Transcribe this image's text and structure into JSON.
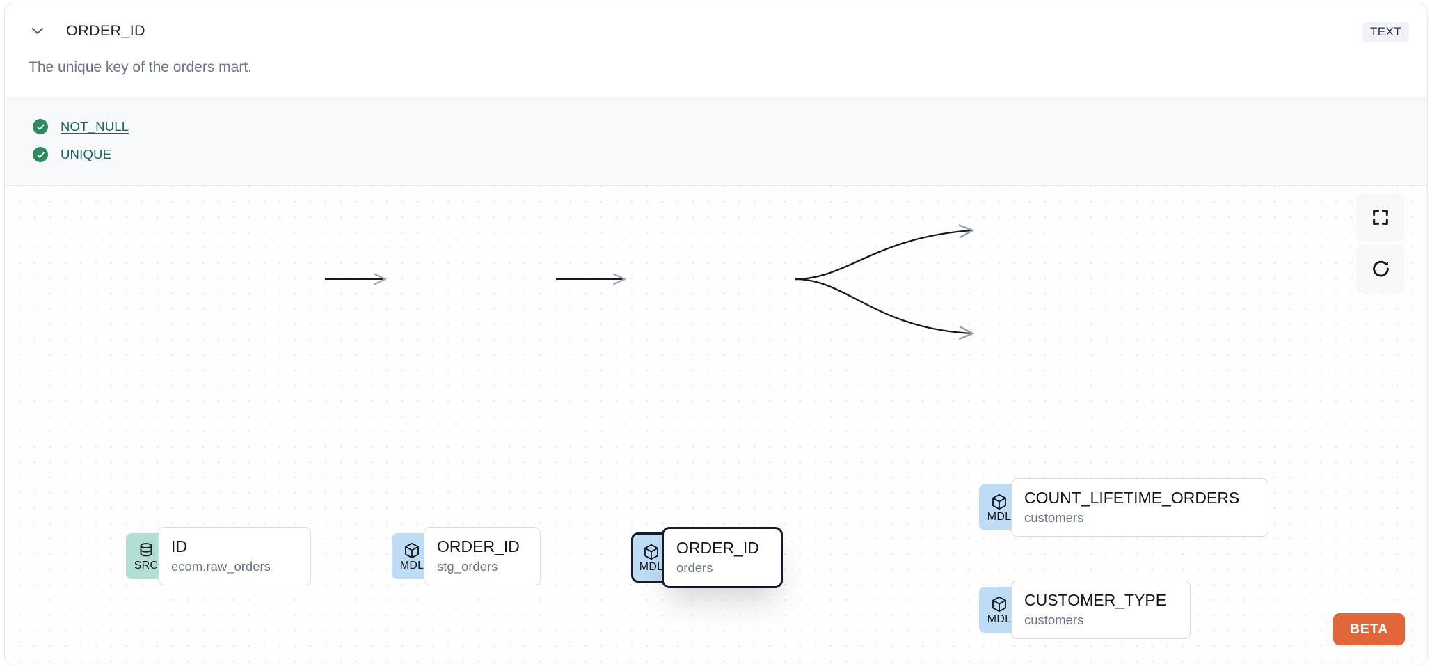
{
  "header": {
    "collapse_icon": "chevron-down-icon",
    "title": "ORDER_ID",
    "type_badge": "TEXT"
  },
  "description": "The unique key of the orders mart.",
  "tests": [
    {
      "icon": "check-circle-icon",
      "label": "NOT_NULL",
      "status": "passed"
    },
    {
      "icon": "check-circle-icon",
      "label": "UNIQUE",
      "status": "passed"
    }
  ],
  "lineage": {
    "nodes": [
      {
        "id": "src",
        "badge": "SRC",
        "badge_icon": "database-icon",
        "name": "ID",
        "table": "ecom.raw_orders",
        "selected": false
      },
      {
        "id": "stg",
        "badge": "MDL",
        "badge_icon": "cube-icon",
        "name": "ORDER_ID",
        "table": "stg_orders",
        "selected": false
      },
      {
        "id": "orders",
        "badge": "MDL",
        "badge_icon": "cube-icon",
        "name": "ORDER_ID",
        "table": "orders",
        "selected": true
      },
      {
        "id": "count",
        "badge": "MDL",
        "badge_icon": "cube-icon",
        "name": "COUNT_LIFETIME_ORDERS",
        "table": "customers",
        "selected": false
      },
      {
        "id": "ctype",
        "badge": "MDL",
        "badge_icon": "cube-icon",
        "name": "CUSTOMER_TYPE",
        "table": "customers",
        "selected": false
      }
    ],
    "edges": [
      {
        "from": "src",
        "to": "stg"
      },
      {
        "from": "stg",
        "to": "orders"
      },
      {
        "from": "orders",
        "to": "count"
      },
      {
        "from": "orders",
        "to": "ctype"
      }
    ],
    "controls": [
      {
        "id": "fit-view",
        "icon": "fullscreen-icon"
      },
      {
        "id": "refresh",
        "icon": "refresh-icon"
      }
    ],
    "beta_label": "BETA"
  },
  "colors": {
    "src_badge": "#b2ded4",
    "mdl_badge": "#bedcf5",
    "test_pass": "#2f8a5f",
    "test_link": "#176663",
    "beta": "#e2653c",
    "selected_border": "#141b2b"
  }
}
